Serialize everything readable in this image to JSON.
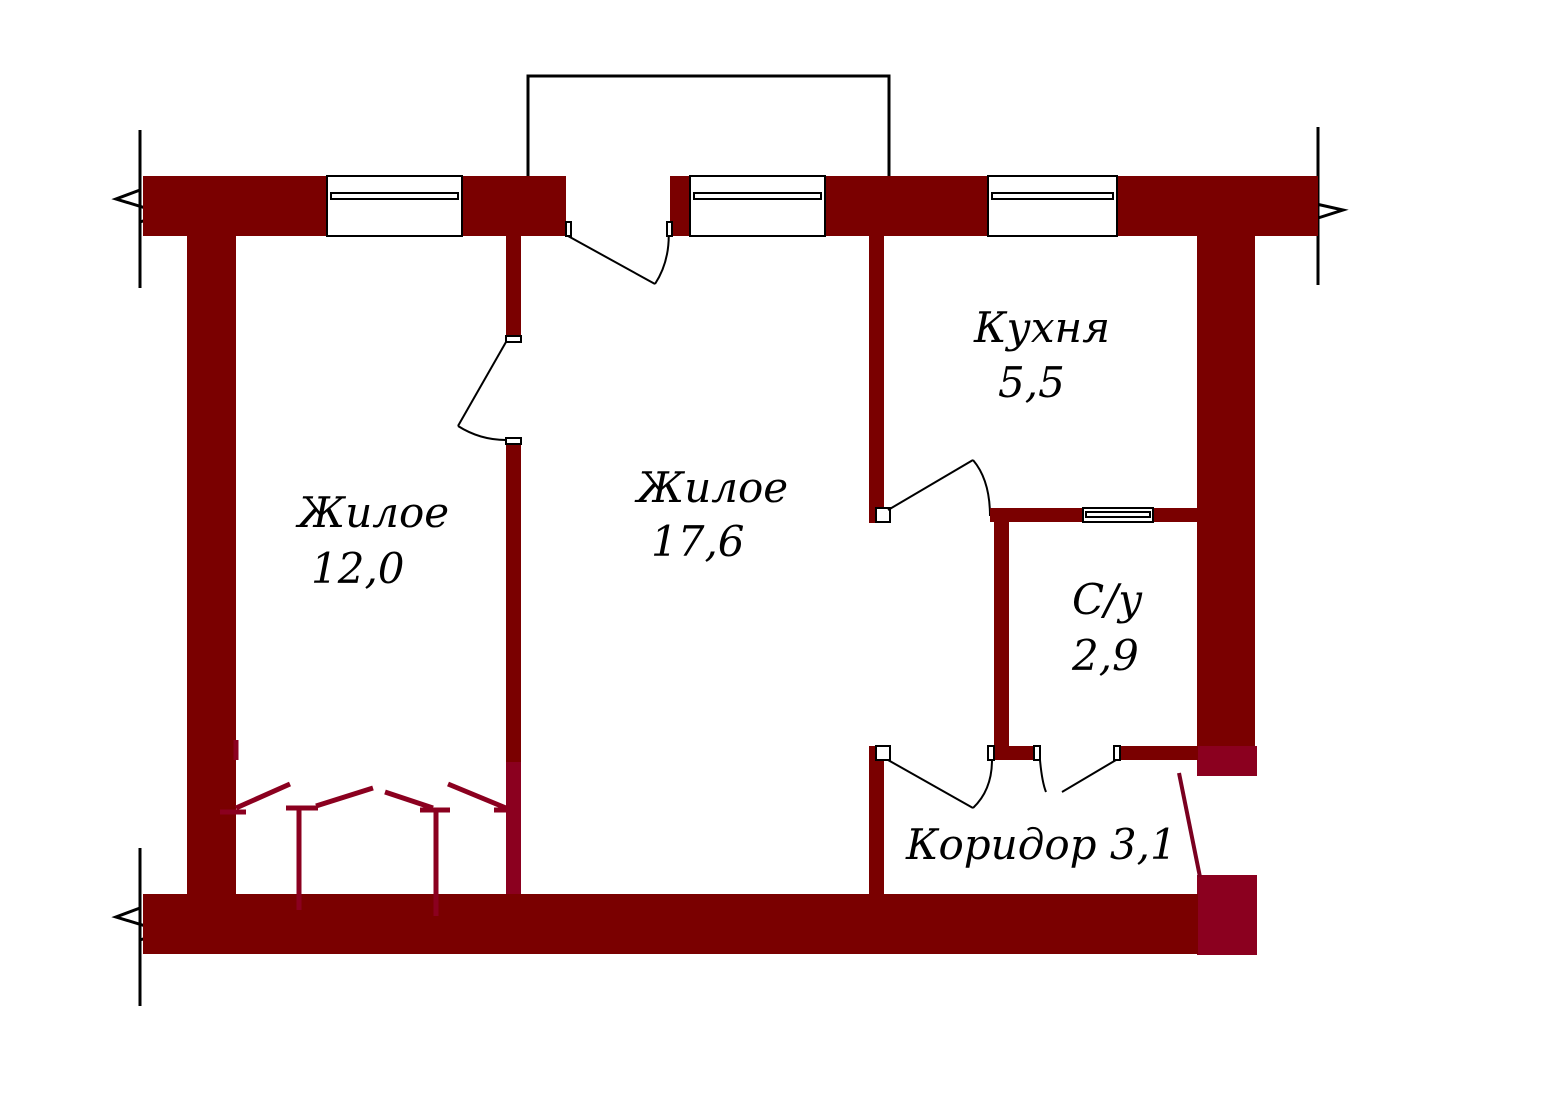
{
  "colors": {
    "wall": "#7a0000",
    "wall_accent": "#8b001f",
    "line": "#000000",
    "background": "#ffffff"
  },
  "rooms": {
    "bedroom": {
      "name": "Жилое",
      "area": "12,0"
    },
    "living": {
      "name": "Жилое",
      "area": "17,6"
    },
    "kitchen": {
      "name": "Кухня",
      "area": "5,5"
    },
    "bathroom": {
      "name": "С/у",
      "area": "2,9"
    },
    "corridor": {
      "label": "Коридор 3,1"
    }
  },
  "icons": [
    "break-mark-icon",
    "door-swing-icon",
    "window-icon",
    "balcony-icon",
    "wardrobe-icon"
  ]
}
